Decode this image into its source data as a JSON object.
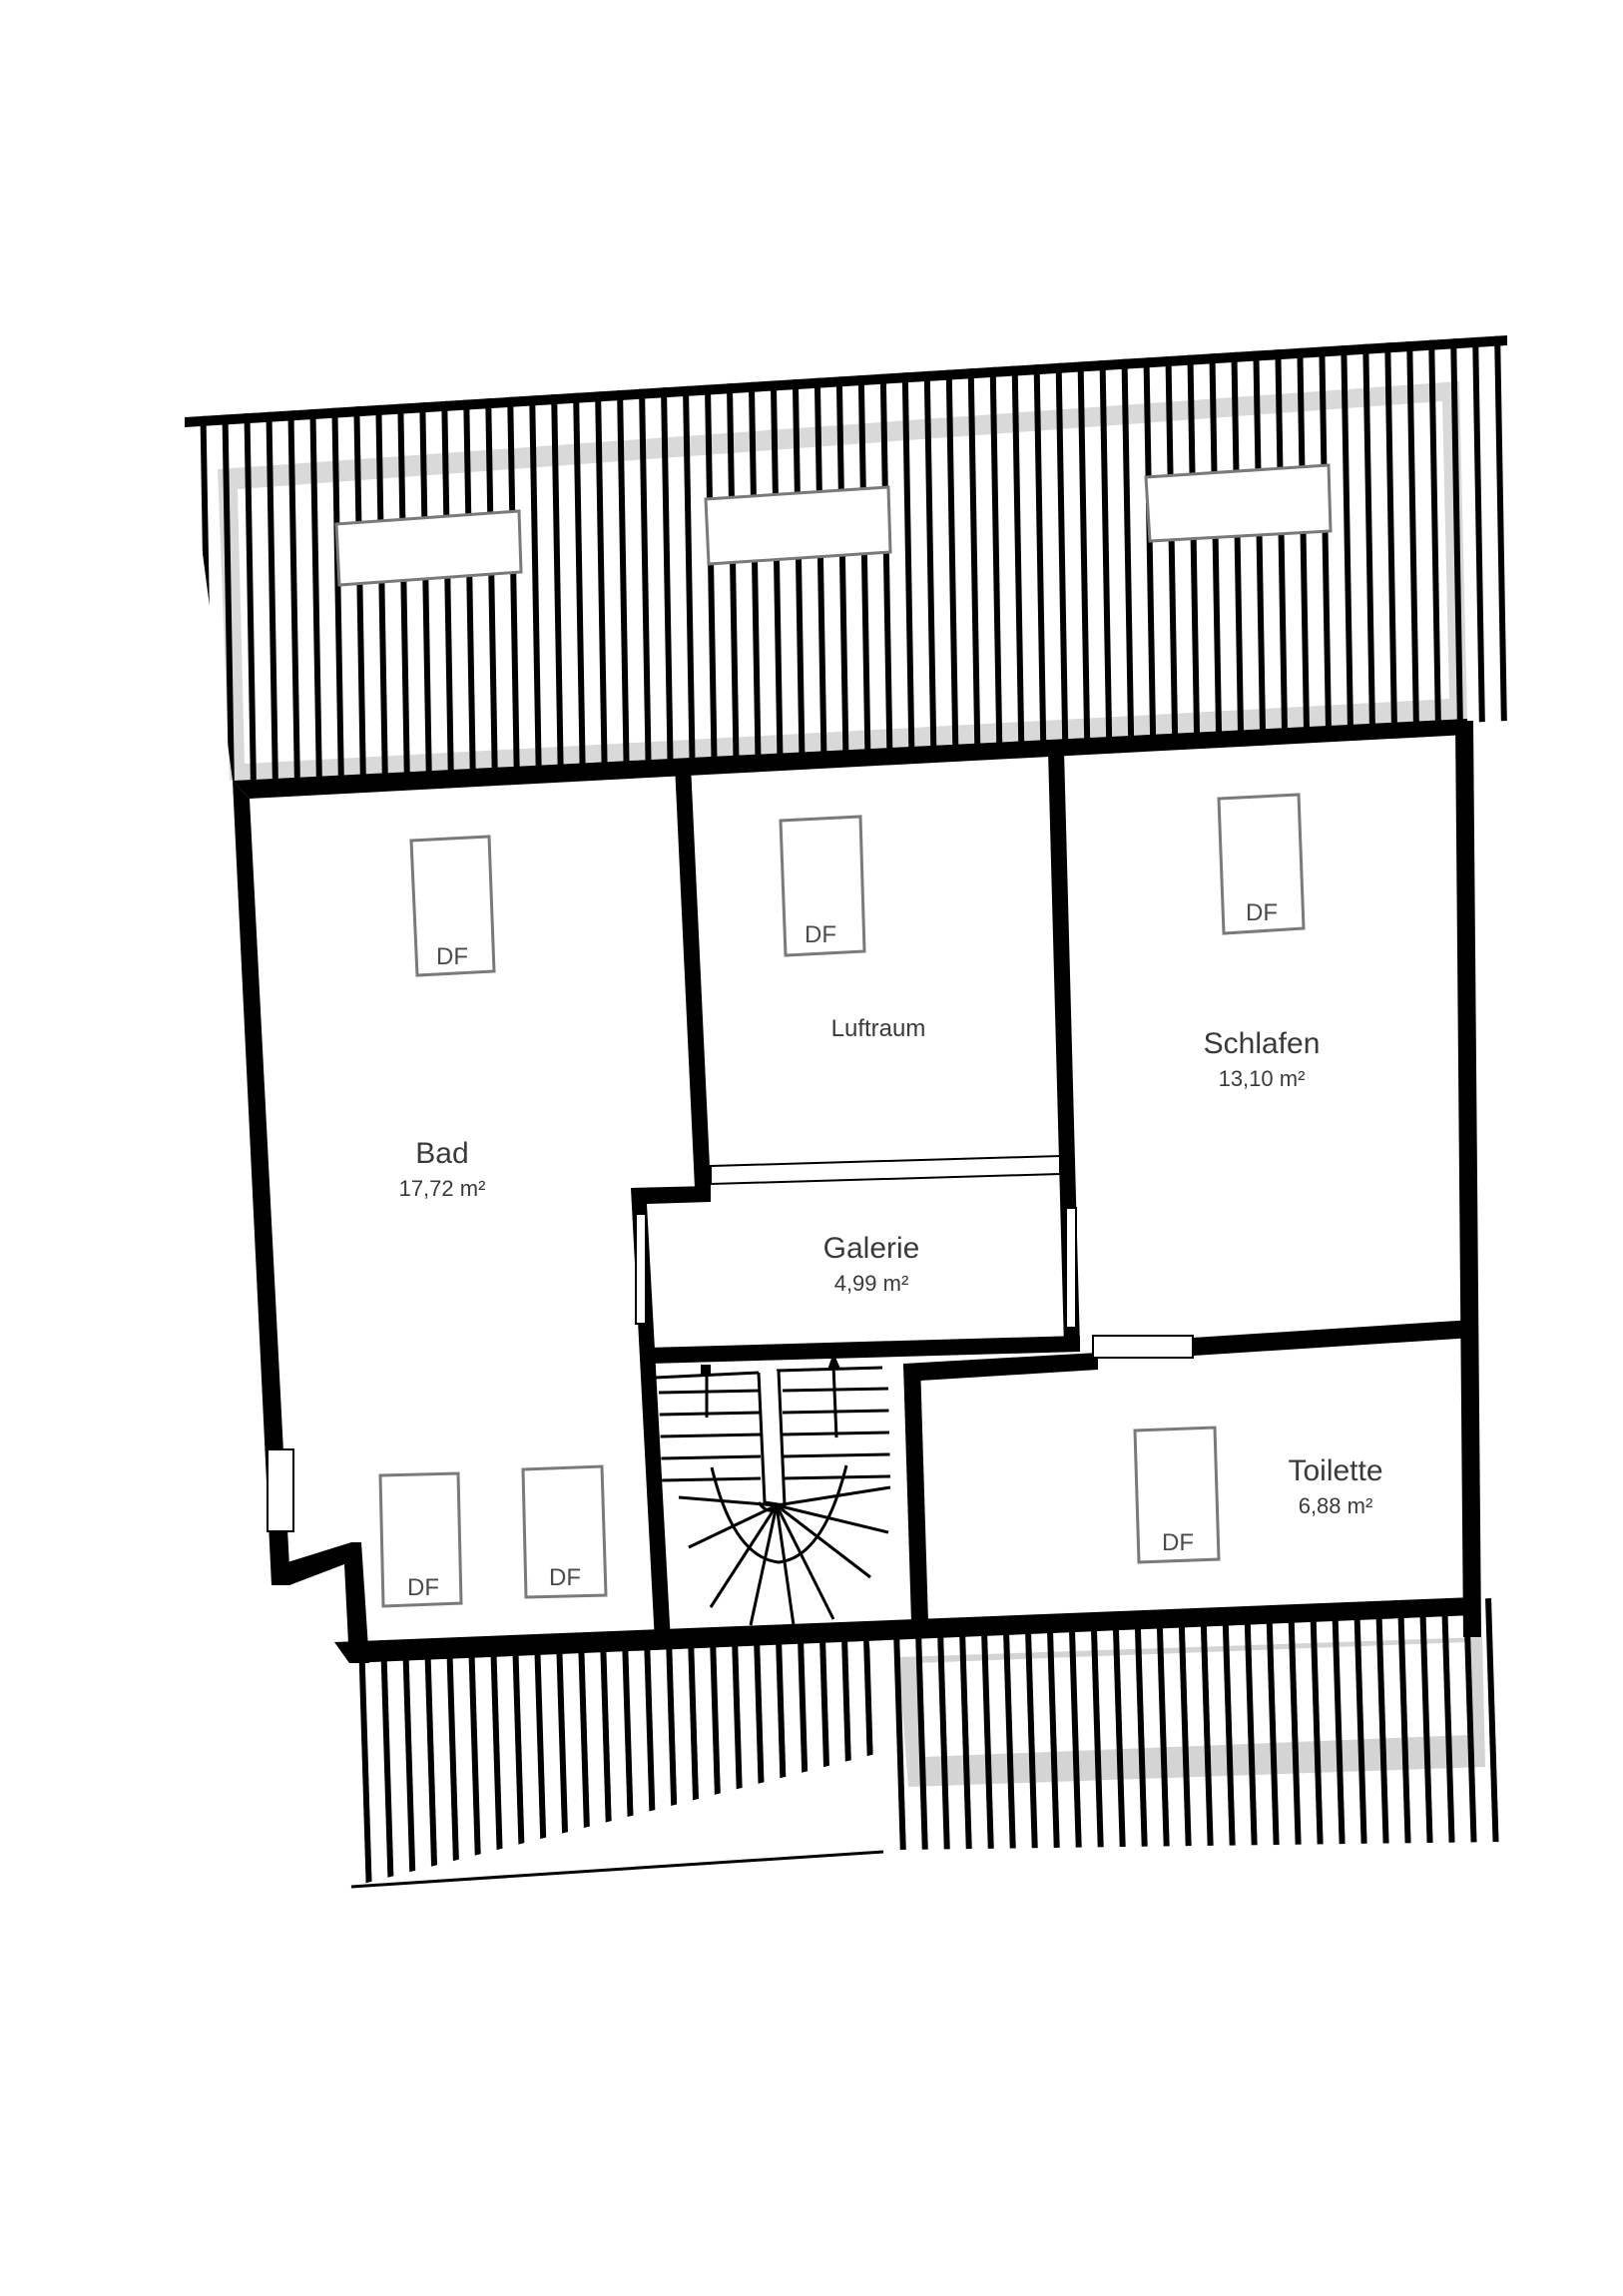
{
  "rooms": [
    {
      "key": "bad",
      "name": "Bad",
      "area": "17,72 m²"
    },
    {
      "key": "luftraum",
      "name": "Luftraum",
      "area": ""
    },
    {
      "key": "schlafen",
      "name": "Schlafen",
      "area": "13,10 m²"
    },
    {
      "key": "galerie",
      "name": "Galerie",
      "area": "4,99 m²"
    },
    {
      "key": "toilette",
      "name": "Toilette",
      "area": "6,88 m²"
    }
  ],
  "skylight_label": "DF",
  "colors": {
    "wall": "#000000",
    "skylight_outline": "#7a7a7a",
    "roof_hatch": "#000000",
    "roof_shadow": "#cfcfcf"
  },
  "icons": [
    "stair-arrow-icon",
    "stair-start-marker-icon"
  ]
}
